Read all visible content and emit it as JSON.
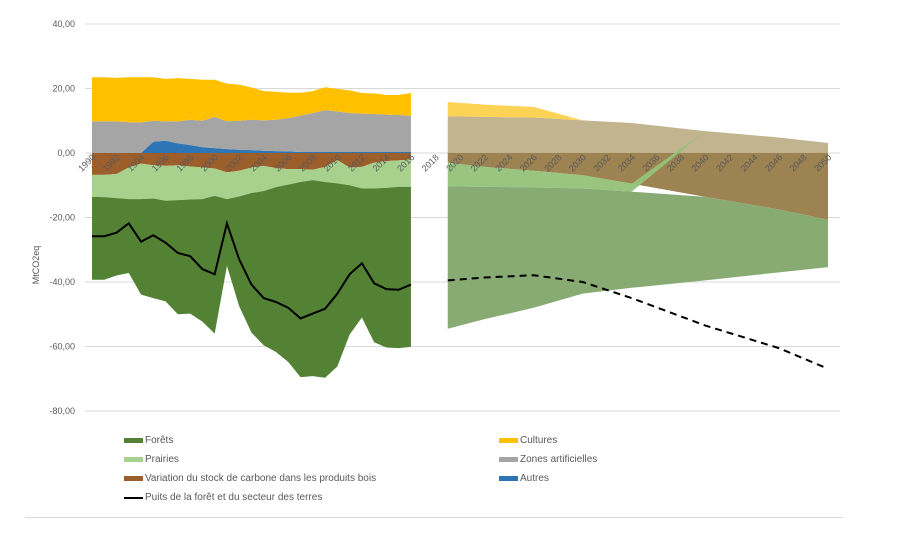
{
  "chart_data": {
    "type": "area",
    "title": "",
    "xlabel": "",
    "ylabel": "MtCO2eq",
    "ylim": [
      -80,
      40
    ],
    "yticks": [
      "40,00",
      "20,00",
      "0,00",
      "-20,00",
      "-40,00",
      "-60,00",
      "-80,00"
    ],
    "ytick_values": [
      40,
      20,
      0,
      -20,
      -40,
      -60,
      -80
    ],
    "xticks": [
      "1990",
      "1992",
      "1994",
      "1996",
      "1998",
      "2000",
      "2002",
      "2004",
      "2006",
      "2008",
      "2010",
      "2012",
      "2014",
      "2016",
      "2018",
      "2020",
      "2022",
      "2024",
      "2026",
      "2028",
      "2030",
      "2032",
      "2034",
      "2036",
      "2038",
      "2040",
      "2042",
      "2044",
      "2046",
      "2048",
      "2050"
    ],
    "grid": true,
    "legend_position": "bottom",
    "colors": {
      "forets": "#548235",
      "prairies": "#a9d18e",
      "bois": "#9c5f2c",
      "cultures": "#ffc000",
      "zones": "#a5a5a5",
      "autres": "#2e75b6",
      "net": "#000000",
      "proj_forets": "#82a56c",
      "proj_prairies": "#95c27a",
      "proj_bois": "#977c48",
      "proj_cultures": "#fdd14c",
      "proj_zones": "#bfb088"
    },
    "historical": {
      "x": [
        1990,
        1991,
        1992,
        1993,
        1994,
        1995,
        1996,
        1997,
        1998,
        1999,
        2000,
        2001,
        2002,
        2003,
        2004,
        2005,
        2006,
        2007,
        2008,
        2009,
        2010,
        2011,
        2012,
        2013,
        2014,
        2015,
        2016
      ],
      "series": [
        {
          "key": "autres",
          "name": "Autres",
          "values": [
            0,
            0,
            0,
            0,
            0,
            3.5,
            3.8,
            3.0,
            2.5,
            1.8,
            1.5,
            1.2,
            1.0,
            0.9,
            0.7,
            0.6,
            0.5,
            0.3,
            0.3,
            0.3,
            0.3,
            0.3,
            0.3,
            0.3,
            0.3,
            0.3,
            0.3
          ]
        },
        {
          "key": "zones",
          "name": "Zones artificielles",
          "values": [
            9.8,
            9.8,
            9.8,
            9.5,
            9.5,
            6.5,
            6.0,
            6.8,
            7.8,
            8.2,
            9.7,
            8.6,
            9.0,
            9.4,
            9.4,
            9.7,
            10.3,
            11.3,
            12.1,
            13.0,
            12.6,
            12.1,
            11.9,
            11.8,
            11.6,
            11.5,
            11.2
          ]
        },
        {
          "key": "cultures",
          "name": "Cultures",
          "values": [
            13.7,
            13.7,
            13.5,
            14.0,
            14.0,
            13.5,
            13.2,
            13.4,
            12.7,
            12.7,
            11.5,
            11.7,
            11.2,
            10.0,
            9.1,
            8.7,
            7.9,
            7.1,
            6.8,
            7.1,
            7.0,
            7.0,
            6.4,
            6.4,
            6.1,
            6.2,
            7.1
          ]
        },
        {
          "key": "bois",
          "name": "Variation du stock de carbone dans les produits  bois",
          "values": [
            -6.8,
            -6.8,
            -6.5,
            -4.5,
            -3.3,
            -3.8,
            -4.0,
            -3.8,
            -4.2,
            -4.5,
            -4.8,
            -6.0,
            -5.5,
            -4.5,
            -4.0,
            -4.7,
            -5.0,
            -5.0,
            -5.2,
            -4.3,
            -2.2,
            -4.5,
            -4.3,
            -3.0,
            -2.5,
            -2.3,
            -2.0
          ]
        },
        {
          "key": "prairies",
          "name": "Prairies",
          "values": [
            -6.8,
            -6.9,
            -7.5,
            -9.8,
            -11.0,
            -10.3,
            -10.8,
            -10.8,
            -10.2,
            -9.8,
            -8.5,
            -8.3,
            -8.0,
            -7.9,
            -7.8,
            -5.9,
            -4.8,
            -4.0,
            -3.2,
            -4.7,
            -7.2,
            -5.5,
            -6.7,
            -8.0,
            -8.3,
            -8.2,
            -8.5
          ]
        },
        {
          "key": "forets",
          "name": "Forêts",
          "values": [
            -25.7,
            -25.6,
            -24.0,
            -22.9,
            -29.6,
            -30.9,
            -31.2,
            -35.4,
            -35.4,
            -38.0,
            -42.7,
            -20.7,
            -34.0,
            -43.3,
            -47.8,
            -51.1,
            -55.0,
            -60.5,
            -60.8,
            -60.7,
            -56.8,
            -46.3,
            -40.0,
            -47.7,
            -49.5,
            -50.0,
            -49.6
          ]
        }
      ],
      "net": {
        "name": "Puits de la forêt et du secteur des terres",
        "values": [
          -25.8,
          -25.8,
          -24.7,
          -21.8,
          -27.5,
          -25.5,
          -27.8,
          -31.0,
          -32.0,
          -36.0,
          -37.6,
          -21.8,
          -33.0,
          -40.8,
          -45.0,
          -46.2,
          -48.0,
          -51.3,
          -49.8,
          -48.3,
          -43.6,
          -37.6,
          -34.2,
          -40.4,
          -42.2,
          -42.4,
          -40.8
        ]
      }
    },
    "projection": {
      "x": [
        2019,
        2022,
        2026,
        2030,
        2034,
        2040,
        2046,
        2050
      ],
      "series": [
        {
          "key": "zones",
          "values": [
            11.4,
            11.2,
            11.0,
            10.1,
            9.3,
            6.8,
            4.8,
            3.1
          ]
        },
        {
          "key": "cultures",
          "values": [
            4.4,
            3.8,
            3.3,
            0,
            0,
            0,
            0,
            0
          ]
        },
        {
          "key": "bois",
          "values": [
            -3.0,
            -4.3,
            -5.5,
            -6.9,
            -9.5,
            -13.6,
            -17.5,
            -20.7
          ]
        },
        {
          "key": "prairies",
          "values": [
            -7.3,
            -6.2,
            -5.2,
            -4.1,
            -2.5,
            0,
            0,
            0
          ]
        },
        {
          "key": "forets",
          "values": [
            -44.2,
            -41.0,
            -37.3,
            -32.6,
            -29.8,
            -25.9,
            -19.5,
            -14.7
          ]
        }
      ],
      "net": {
        "values": [
          -39.5,
          -38.6,
          -37.9,
          -40.0,
          -45.0,
          -53.5,
          -60.5,
          -66.9
        ],
        "style": "dashed"
      }
    }
  },
  "legend": [
    {
      "key": "forets",
      "label": "Forêts"
    },
    {
      "key": "cultures",
      "label": "Cultures"
    },
    {
      "key": "prairies",
      "label": "Prairies"
    },
    {
      "key": "zones",
      "label": "Zones artificielles"
    },
    {
      "key": "bois",
      "label": "Variation du stock de carbone dans les produits  bois"
    },
    {
      "key": "autres",
      "label": "Autres"
    },
    {
      "key": "net",
      "label": "Puits de la forêt et du secteur des terres"
    }
  ]
}
